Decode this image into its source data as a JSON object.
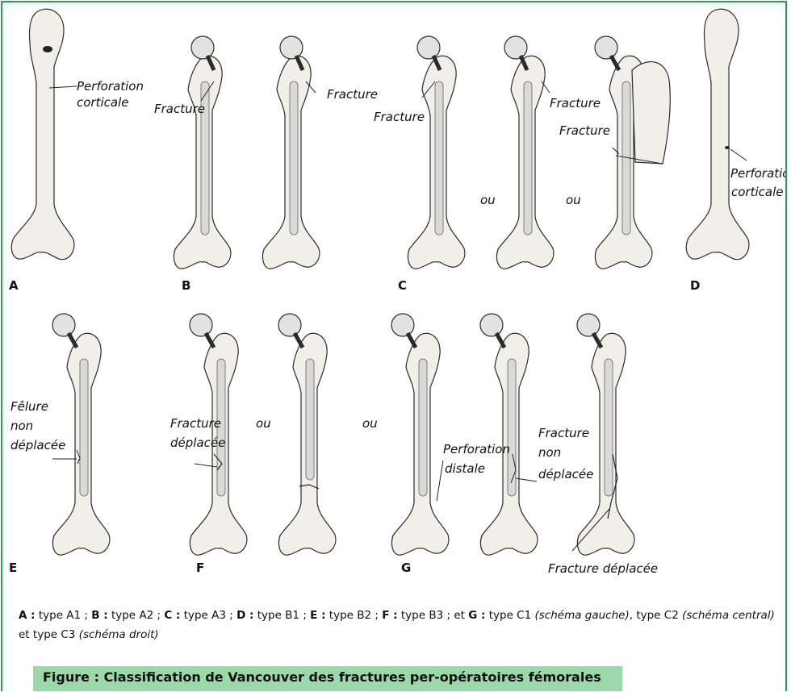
{
  "colors": {
    "frame": "#1ea45a",
    "title_bg": "#9dd8ab",
    "bone_fill": "#f1efe7",
    "bone_stroke": "#2b2b2b",
    "stem_fill": "#d9d9d9",
    "head_fill": "#e2e2e2"
  },
  "panel_labels": {
    "A": "A",
    "B": "B",
    "C": "C",
    "D": "D",
    "E": "E",
    "F": "F",
    "G": "G"
  },
  "annotations": {
    "a_perforation_1": "Perforation",
    "a_perforation_2": "corticale",
    "b_fracture_left": "Fracture",
    "b_fracture_right": "Fracture",
    "c_fracture_1": "Fracture",
    "c_fracture_2": "Fracture",
    "c_fracture_3": "Fracture",
    "c_ou_1": "ou",
    "c_ou_2": "ou",
    "d_perforation_1": "Perforation",
    "d_perforation_2": "corticale",
    "e_felure_1": "Fêlure",
    "e_felure_2": "non",
    "e_felure_3": "déplacée",
    "f_fracture_1": "Fracture",
    "f_fracture_2": "déplacée",
    "f_ou": "ou",
    "fg_ou": "ou",
    "g_perforation_1": "Perforation",
    "g_perforation_2": "distale",
    "g_fracture_1": "Fracture",
    "g_fracture_2": "non",
    "g_fracture_3": "déplacée",
    "g_fracture_deplacee": "Fracture déplacée"
  },
  "legend": {
    "a_key": "A :",
    "a_val": "type A1",
    "b_key": "B :",
    "b_val": "type A2",
    "c_key": "C :",
    "c_val": "type A3",
    "d_key": "D :",
    "d_val": "type B1",
    "e_key": "E :",
    "e_val": "type B2",
    "f_key": "F :",
    "f_val": "type B3",
    "et": "et",
    "g_key": "G :",
    "g_val1": "type C1",
    "g_note1": "(schéma gauche)",
    "g_val2": "type C2",
    "g_note2": "(schéma central)",
    "g_and": "et",
    "g_val3": "type C3",
    "g_note3": "(schéma droit)"
  },
  "figure_title": "Figure : Classification de Vancouver des fractures per-opératoires fémorales"
}
